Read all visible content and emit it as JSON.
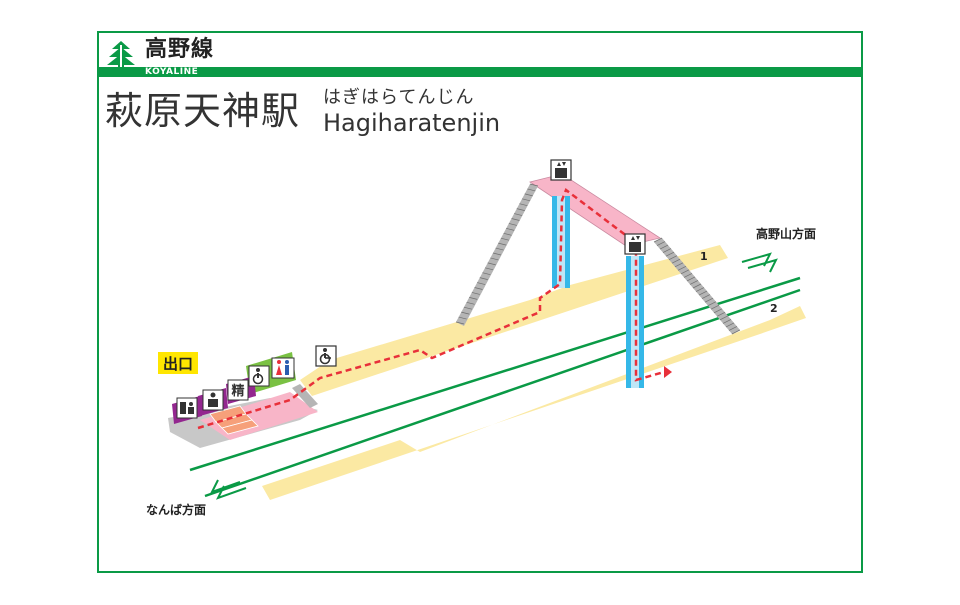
{
  "header": {
    "line_name": "高野線",
    "line_name_en": "KOYALINE",
    "accent_color": "#0a9a46",
    "logo_icon": "nankai-tree-icon"
  },
  "station": {
    "name": "萩原天神駅",
    "kana": "はぎはらてんじん",
    "romaji": "Hagiharatenjin"
  },
  "labels": {
    "exit": "出口",
    "direction_up": "高野山方面",
    "direction_down": "なんば方面",
    "platform_1": "1",
    "platform_2": "2",
    "fare_adjust": "精"
  },
  "icons": {
    "elevator": "elevator-icon",
    "wheelchair": "wheelchair-icon",
    "restroom": "restroom-icon",
    "ticket_machine": "ticket-machine-icon",
    "ticket_gate": "ticket-gate-icon",
    "fare_adjustment": "fare-adjustment-icon"
  },
  "colors": {
    "platform": "#fbe9a3",
    "concourse": "#f8b5c8",
    "route": "#e8303a",
    "elevator_shaft": "#35b8e8",
    "track": "#0a9a46",
    "facility_green": "#7ac143",
    "facility_purple": "#93278f",
    "ground": "#c8c8c8"
  }
}
